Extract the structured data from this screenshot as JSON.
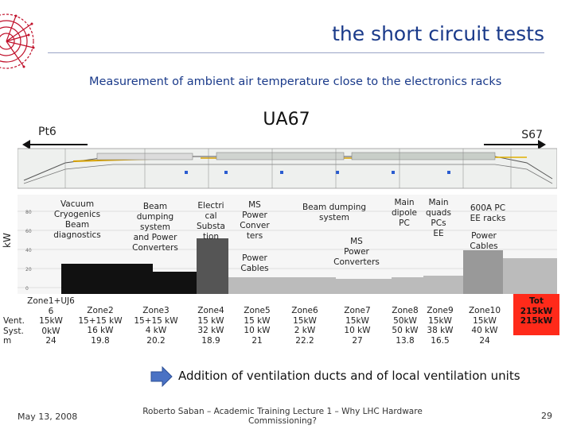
{
  "header": {
    "title": "the short circuit tests",
    "subtitle": "Measurement of ambient air temperature close to the electronics racks"
  },
  "diagram": {
    "cavern": "UA67",
    "left_point": "Pt6",
    "right_point": "S67",
    "y_axis_label": "kW",
    "y_ticks": [
      "80",
      "60",
      "40",
      "20",
      "0"
    ]
  },
  "equipment_labels": [
    {
      "id": "vacuum",
      "lines": [
        "Vacuum",
        "Cryogenics",
        "Beam",
        "diagnostics"
      ]
    },
    {
      "id": "beam-dump-pc",
      "lines": [
        "Beam",
        "dumping",
        "system",
        "and Power",
        "Converters"
      ]
    },
    {
      "id": "substation",
      "lines": [
        "Electri",
        "cal",
        "Substa",
        "tion"
      ]
    },
    {
      "id": "ms-pc",
      "lines": [
        "MS",
        "Power",
        "Conver",
        "ters"
      ]
    },
    {
      "id": "power-cables-1",
      "lines": [
        "Power",
        "Cables"
      ]
    },
    {
      "id": "beam-dump",
      "lines": [
        "Beam dumping",
        "system"
      ]
    },
    {
      "id": "ms-pc-2",
      "lines": [
        "MS",
        "Power",
        "Converters"
      ]
    },
    {
      "id": "main-dipole",
      "lines": [
        "Main",
        "dipole",
        "PC"
      ]
    },
    {
      "id": "main-quads",
      "lines": [
        "Main",
        "quads",
        "PCs",
        "EE"
      ]
    },
    {
      "id": "pc-600a",
      "lines": [
        "600A PC",
        "EE racks"
      ]
    },
    {
      "id": "power-cables-2",
      "lines": [
        "Power",
        "Cables"
      ]
    }
  ],
  "zones": {
    "row_labels": [
      "Vent.",
      "Syst.",
      "m"
    ],
    "items": [
      {
        "name": "Zone1+UJ6",
        "name2": "6",
        "vent": "15kW",
        "syst": "0kW",
        "m": "24"
      },
      {
        "name": "Zone2",
        "vent": "15+15 kW",
        "syst": "16 kW",
        "m": "19.8"
      },
      {
        "name": "Zone3",
        "vent": "15+15 kW",
        "syst": "4 kW",
        "m": "20.2"
      },
      {
        "name": "Zone4",
        "vent": "15 kW",
        "syst": "32 kW",
        "m": "18.9"
      },
      {
        "name": "Zone5",
        "vent": "15 kW",
        "syst": "10 kW",
        "m": "21"
      },
      {
        "name": "Zone6",
        "vent": "15kW",
        "syst": "2 kW",
        "m": "22.2"
      },
      {
        "name": "Zone7",
        "vent": "15kW",
        "syst": "10 kW",
        "m": "27"
      },
      {
        "name": "Zone8",
        "vent": "50kW",
        "syst": "50 kW",
        "m": "13.8"
      },
      {
        "name": "Zone9",
        "vent": "15kW",
        "syst": "38 kW",
        "m": "16.5"
      },
      {
        "name": "Zone10",
        "vent": "15kW",
        "syst": "40 kW",
        "m": "24"
      }
    ],
    "total": [
      "Tot",
      "215kW",
      "215kW"
    ]
  },
  "bullet": "Addition of ventilation ducts and of local ventilation units",
  "footer": {
    "date": "May 13, 2008",
    "center": "Roberto Saban – Academic Training Lecture 1 – Why LHC Hardware Commissioning?",
    "page": "29"
  },
  "colors": {
    "title": "#1a3a8a",
    "total_box": "#ff2a1a",
    "bullet_arrow": "#4a72c4"
  }
}
